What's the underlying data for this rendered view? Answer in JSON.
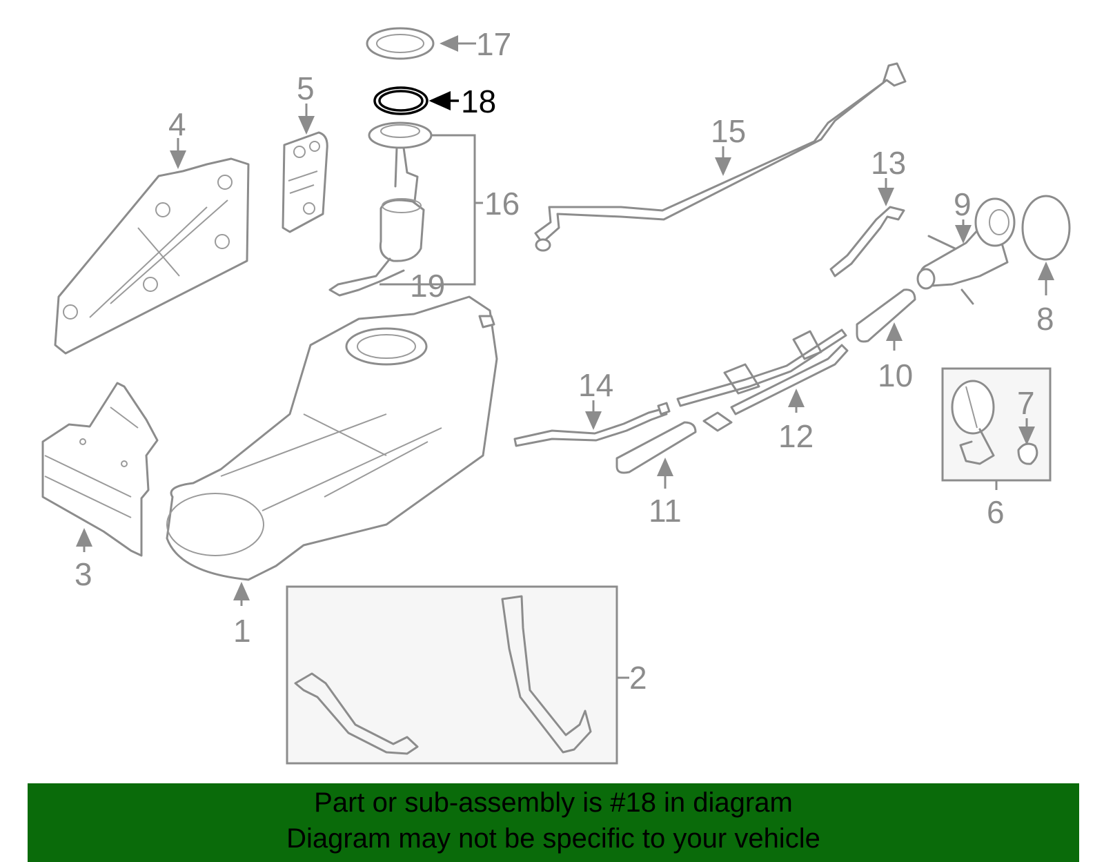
{
  "callouts": {
    "c1": "1",
    "c2": "2",
    "c3": "3",
    "c4": "4",
    "c5": "5",
    "c6": "6",
    "c7": "7",
    "c8": "8",
    "c9": "9",
    "c10": "10",
    "c11": "11",
    "c12": "12",
    "c13": "13",
    "c14": "14",
    "c15": "15",
    "c16": "16",
    "c17": "17",
    "c18": "18",
    "c19": "19"
  },
  "highlighted_part": "18",
  "colors": {
    "banner": "#0a6b0a",
    "part_line": "#8c8c8c",
    "highlight": "#000000"
  },
  "banner": {
    "line1": "Part or sub-assembly is #18 in diagram",
    "line2": "Diagram may not be specific to your vehicle"
  }
}
